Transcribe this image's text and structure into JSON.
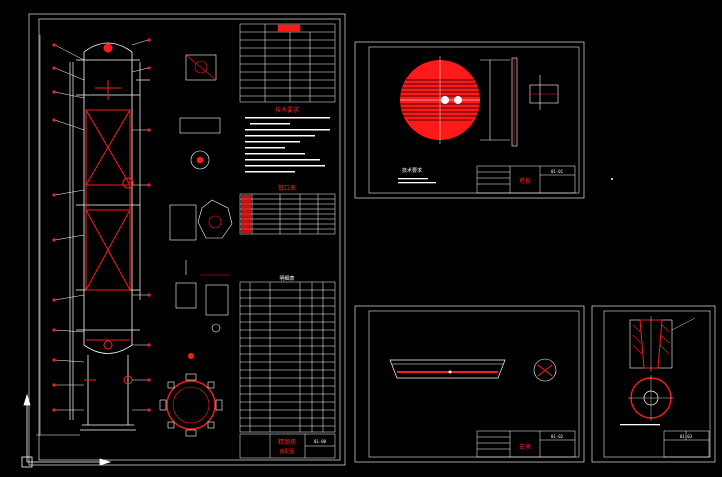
{
  "colors": {
    "background": "#000000",
    "line": "#ffffff",
    "accent": "#ff1a1a",
    "frame": "#e0e0e0"
  },
  "sheet_main": {
    "tech_title": "技术要求",
    "nozzle_title": "管口表",
    "parts_title": "明细表",
    "title_block_label": "精馏塔",
    "title_block_sub": "装配图",
    "drawing_no": "01-00"
  },
  "sheet_plate": {
    "note_title": "技术要求",
    "title_block_label": "塔板",
    "drawing_no": "01-01"
  },
  "sheet_support": {
    "title_block_label": "支承",
    "drawing_no": "01-02"
  },
  "sheet_flange": {
    "drawing_no": "01-03"
  }
}
